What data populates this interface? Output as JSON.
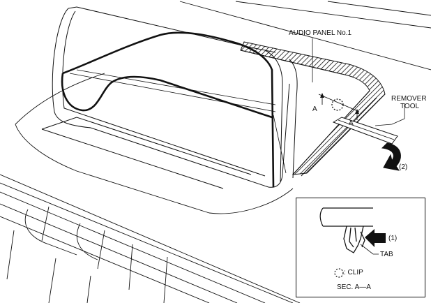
{
  "labels": {
    "audio_panel": "AUDIO PANEL No.1",
    "remover_tool_line1": "REMOVER",
    "remover_tool_line2": "TOOL",
    "section_marker_left": "A",
    "section_marker_right": "A",
    "step_2": "(2)",
    "step_1": "(1)",
    "tab": "TAB",
    "clip_legend": ": CLIP",
    "section_title": "SEC. A—A"
  },
  "colors": {
    "line": "#111111",
    "arrow_fill": "#111111",
    "background": "#ffffff"
  }
}
